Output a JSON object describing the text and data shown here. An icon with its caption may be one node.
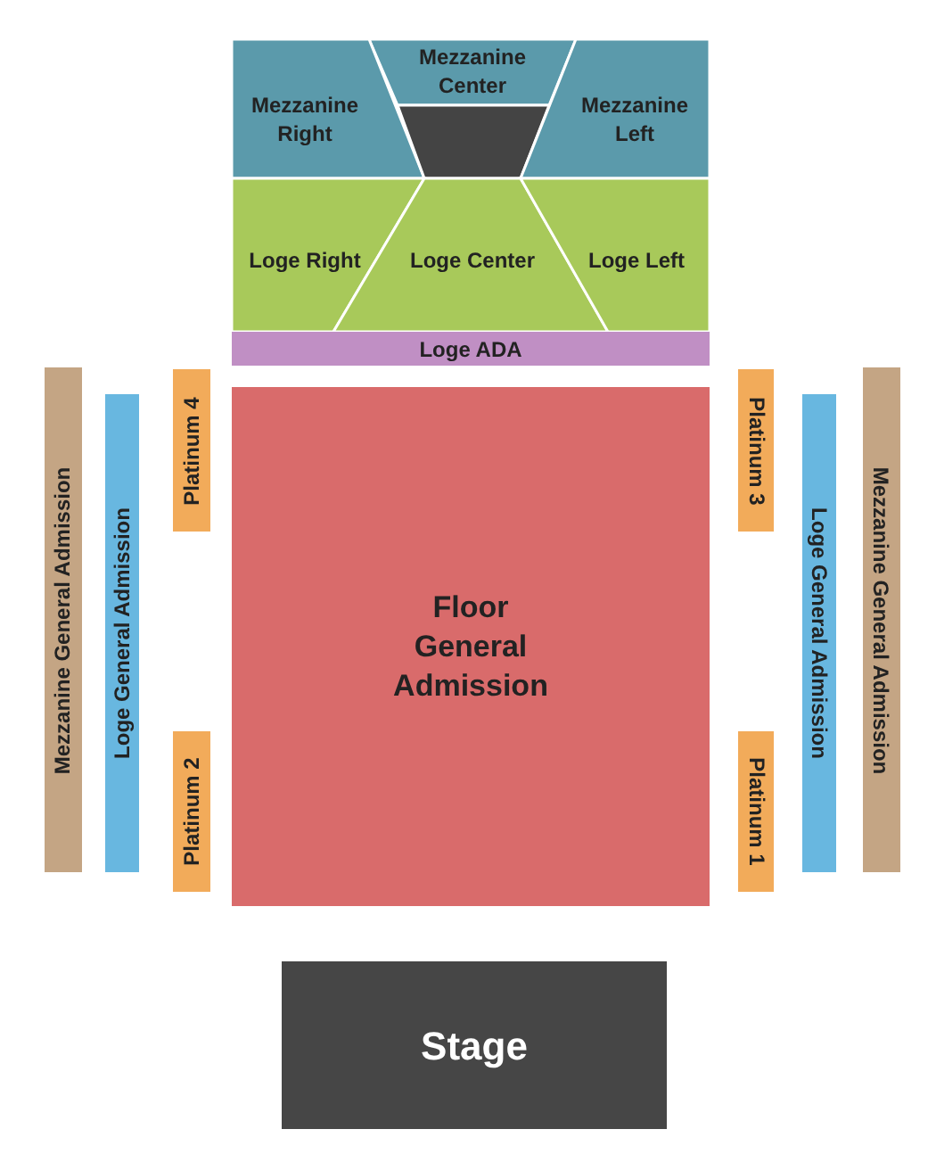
{
  "diagram": {
    "nodes": [
      {
        "text": [
          "Mezzanine Center"
        ]
      },
      {
        "text": [
          "Mezzanine Right"
        ]
      },
      {
        "text": [],
        "shape": "box"
      },
      {
        "text": [
          "Mezzanine Left"
        ]
      },
      {
        "text": [
          "Loge Right"
        ]
      },
      {
        "text": [
          "Loge Center"
        ]
      },
      {
        "text": [
          "Loge Left"
        ]
      },
      {
        "text": [
          "Loge ADA"
        ]
      },
      {
        "text": [
          "Mezzanine General Admission"
        ]
      },
      {
        "text": [
          "Loge General Admission"
        ]
      },
      {
        "text": [
          "Platinum 4"
        ]
      },
      {
        "text": [
          "Platinum 3"
        ]
      },
      {
        "text": [
          "Loge General Admission"
        ]
      },
      {
        "text": [
          "Mezzanine General Admission"
        ]
      },
      {
        "text": [
          "Floor General Admission"
        ]
      },
      {
        "text": [
          "Platinum 2"
        ]
      },
      {
        "text": [
          "Platinum 1"
        ]
      },
      {
        "text": [
          "Stage"
        ]
      }
    ]
  }
}
